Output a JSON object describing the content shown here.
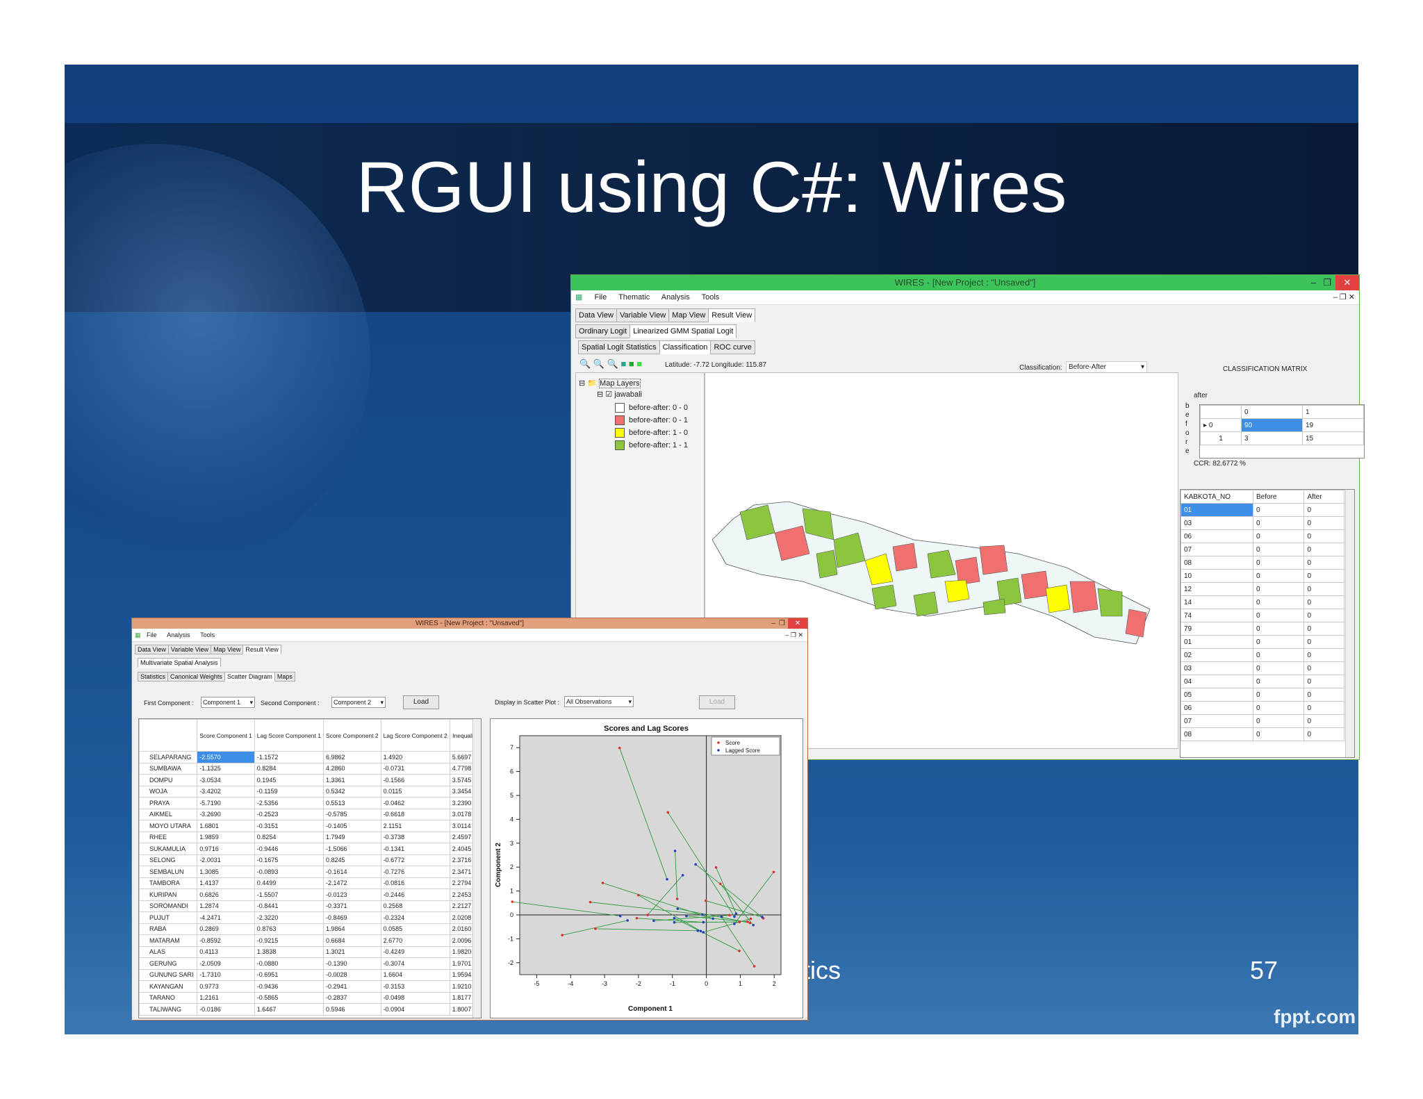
{
  "slide": {
    "title": "RGUI using C#: Wires",
    "footer_partial": "tics",
    "page_number": "57",
    "brand": "fppt.com"
  },
  "window1": {
    "title": "WIRES - [New Project : \"Unsaved\"]",
    "menu": [
      "File",
      "Thematic",
      "Analysis",
      "Tools"
    ],
    "view_tabs": [
      "Data View",
      "Variable View",
      "Map View",
      "Result View"
    ],
    "model_tabs": [
      "Ordinary Logit",
      "Linearized GMM Spatial Logit"
    ],
    "sub_tabs": [
      "Spatial Logit Statistics",
      "Classification",
      "ROC curve"
    ],
    "coords": "Latitude: -7.72  Longitude: 115.87",
    "classification_label": "Classification:",
    "classification_value": "Before-After",
    "layers_title": "Map Layers",
    "layer_name": "jawabali",
    "legend": [
      {
        "label": "before-after: 0 - 0",
        "color": "#ffffff"
      },
      {
        "label": "before-after: 0 - 1",
        "color": "#f07070"
      },
      {
        "label": "before-after: 1 - 0",
        "color": "#ffff00"
      },
      {
        "label": "before-after: 1 - 1",
        "color": "#8cc63f"
      }
    ],
    "matrix": {
      "title": "CLASSIFICATION MATRIX",
      "after_label": "after",
      "before_letters": [
        "b",
        "e",
        "f",
        "o",
        "r",
        "e"
      ],
      "header": [
        "0",
        "1"
      ],
      "rows": [
        [
          "0",
          "90",
          "19"
        ],
        [
          "1",
          "3",
          "15"
        ]
      ],
      "ccr": "CCR: 82.6772 %"
    },
    "kab_table": {
      "columns": [
        "KABKOTA_NO",
        "Before",
        "After"
      ],
      "rows": [
        [
          "01",
          "0",
          "0"
        ],
        [
          "03",
          "0",
          "0"
        ],
        [
          "06",
          "0",
          "0"
        ],
        [
          "07",
          "0",
          "0"
        ],
        [
          "08",
          "0",
          "0"
        ],
        [
          "10",
          "0",
          "0"
        ],
        [
          "12",
          "0",
          "0"
        ],
        [
          "14",
          "0",
          "0"
        ],
        [
          "74",
          "0",
          "0"
        ],
        [
          "79",
          "0",
          "0"
        ],
        [
          "01",
          "0",
          "0"
        ],
        [
          "02",
          "0",
          "0"
        ],
        [
          "03",
          "0",
          "0"
        ],
        [
          "04",
          "0",
          "0"
        ],
        [
          "05",
          "0",
          "0"
        ],
        [
          "06",
          "0",
          "0"
        ],
        [
          "07",
          "0",
          "0"
        ],
        [
          "08",
          "0",
          "0"
        ]
      ]
    }
  },
  "window2": {
    "title": "WIRES - [New Project : \"Unsaved\"]",
    "menu": [
      "File",
      "Analysis",
      "Tools"
    ],
    "view_tabs": [
      "Data View",
      "Variable View",
      "Map View",
      "Result View"
    ],
    "analysis_tab": "Multivariate Spatial Analysis",
    "sub_tabs": [
      "Statistics",
      "Canonical Weights",
      "Scatter Diagram",
      "Maps"
    ],
    "first_component_label": "First Component :",
    "first_component_value": "Component 1",
    "second_component_label": "Second Component :",
    "second_component_value": "Component 2",
    "load_label": "Load",
    "display_label": "Display in Scatter Plot :",
    "display_value": "All Observations",
    "load2_label": "Load",
    "table": {
      "columns": [
        "",
        "Score Component 1",
        "Lag Score Component 1",
        "Score Component 2",
        "Lag Score Component 2",
        "Inequality"
      ],
      "rows": [
        [
          "SELAPARANG",
          "-2.5570",
          "-1.1572",
          "6.9862",
          "1.4920",
          "5.6697"
        ],
        [
          "SUMBAWA",
          "-1.1325",
          "0.8284",
          "4.2860",
          "-0.0731",
          "4.7798"
        ],
        [
          "DOMPU",
          "-3.0534",
          "0.1945",
          "1.3361",
          "-0.1566",
          "3.5745"
        ],
        [
          "WOJA",
          "-3.4202",
          "-0.1159",
          "0.5342",
          "0.0115",
          "3.3454"
        ],
        [
          "PRAYA",
          "-5.7190",
          "-2.5356",
          "0.5513",
          "-0.0462",
          "3.2390"
        ],
        [
          "AIKMEL",
          "-3.2690",
          "-0.2523",
          "-0.5785",
          "-0.6618",
          "3.0178"
        ],
        [
          "MOYO UTARA",
          "1.6801",
          "-0.3151",
          "-0.1405",
          "2.1151",
          "3.0114"
        ],
        [
          "RHEE",
          "1.9859",
          "0.8254",
          "1.7949",
          "-0.3738",
          "2.4597"
        ],
        [
          "SUKAMULIA",
          "0.9716",
          "-0.9446",
          "-1.5066",
          "-0.1341",
          "2.4045"
        ],
        [
          "SELONG",
          "-2.0031",
          "-0.1675",
          "0.8245",
          "-0.6772",
          "2.3716"
        ],
        [
          "SEMBALUN",
          "1.3085",
          "-0.0893",
          "-0.1614",
          "-0.7276",
          "2.3471"
        ],
        [
          "TAMBORA",
          "1.4137",
          "0.4499",
          "-2.1472",
          "-0.0816",
          "2.2794"
        ],
        [
          "KURIPAN",
          "0.6826",
          "-1.5507",
          "-0.0123",
          "-0.2446",
          "2.2453"
        ],
        [
          "SOROMANDI",
          "1.2874",
          "-0.8441",
          "-0.3371",
          "0.2568",
          "2.2127"
        ],
        [
          "PUJUT",
          "-4.2471",
          "-2.3220",
          "-0.8469",
          "-0.2324",
          "2.0208"
        ],
        [
          "RABA",
          "0.2869",
          "0.8763",
          "1.9864",
          "0.0585",
          "2.0160"
        ],
        [
          "MATARAM",
          "-0.8592",
          "-0.9215",
          "0.6684",
          "2.6770",
          "2.0096"
        ],
        [
          "ALAS",
          "0.4113",
          "1.3838",
          "1.3021",
          "-0.4249",
          "1.9820"
        ],
        [
          "GERUNG",
          "-2.0509",
          "-0.0880",
          "-0.1390",
          "-0.3074",
          "1.9701"
        ],
        [
          "GUNUNG SARI",
          "-1.7310",
          "-0.6951",
          "-0.0028",
          "1.6604",
          "1.9594"
        ],
        [
          "KAYANGAN",
          "0.9773",
          "-0.9436",
          "-0.2941",
          "-0.3153",
          "1.9210"
        ],
        [
          "TARANO",
          "1.2161",
          "-0.5865",
          "-0.2837",
          "-0.0498",
          "1.8177"
        ],
        [
          "TALIWANG",
          "-0.0186",
          "1.6467",
          "0.5946",
          "-0.0904",
          "1.8007"
        ]
      ]
    }
  },
  "chart_data": {
    "type": "scatter",
    "title": "Scores and Lag Scores",
    "xlabel": "Component 1",
    "ylabel": "Component 2",
    "xlim": [
      -5.5,
      2.2
    ],
    "ylim": [
      -2.5,
      7.5
    ],
    "xticks": [
      -5,
      -4,
      -3,
      -2,
      -1,
      0,
      1,
      2
    ],
    "yticks": [
      -2,
      -1,
      0,
      1,
      2,
      3,
      4,
      5,
      6,
      7
    ],
    "legend_position": "top-right",
    "series": [
      {
        "name": "Score",
        "color": "#e03030"
      },
      {
        "name": "Lagged Score",
        "color": "#2040c0"
      }
    ],
    "score_points": [
      [
        -2.557,
        6.986
      ],
      [
        -1.1325,
        4.286
      ],
      [
        -3.0534,
        1.3361
      ],
      [
        -3.4202,
        0.5342
      ],
      [
        -5.719,
        0.5513
      ],
      [
        -3.269,
        -0.5785
      ],
      [
        1.6801,
        -0.1405
      ],
      [
        1.9859,
        1.7949
      ],
      [
        0.9716,
        -1.5066
      ],
      [
        -2.0031,
        0.8245
      ],
      [
        1.3085,
        -0.1614
      ],
      [
        1.4137,
        -2.1472
      ],
      [
        0.6826,
        -0.0123
      ],
      [
        1.2874,
        -0.3371
      ],
      [
        -4.2471,
        -0.8469
      ],
      [
        0.2869,
        1.9864
      ],
      [
        -0.8592,
        0.6684
      ],
      [
        0.4113,
        1.3021
      ],
      [
        -2.0509,
        -0.139
      ],
      [
        -1.731,
        -0.0028
      ],
      [
        0.9773,
        -0.2941
      ],
      [
        1.2161,
        -0.2837
      ],
      [
        -0.0186,
        0.5946
      ]
    ],
    "lag_points": [
      [
        -1.1572,
        1.492
      ],
      [
        0.8284,
        -0.0731
      ],
      [
        0.1945,
        -0.1566
      ],
      [
        -0.1159,
        0.0115
      ],
      [
        -2.5356,
        -0.0462
      ],
      [
        -0.2523,
        -0.6618
      ],
      [
        -0.3151,
        2.1151
      ],
      [
        0.8254,
        -0.3738
      ],
      [
        -0.9446,
        -0.1341
      ],
      [
        -0.1675,
        -0.6772
      ],
      [
        -0.0893,
        -0.7276
      ],
      [
        0.4499,
        -0.0816
      ],
      [
        -1.5507,
        -0.2446
      ],
      [
        -0.8441,
        0.2568
      ],
      [
        -2.322,
        -0.2324
      ],
      [
        0.8763,
        0.0585
      ],
      [
        -0.9215,
        2.677
      ],
      [
        1.3838,
        -0.4249
      ],
      [
        -0.088,
        -0.3074
      ],
      [
        -0.6951,
        1.6604
      ],
      [
        -0.9436,
        -0.3153
      ],
      [
        -0.5865,
        -0.0498
      ],
      [
        1.6467,
        -0.0904
      ]
    ]
  }
}
